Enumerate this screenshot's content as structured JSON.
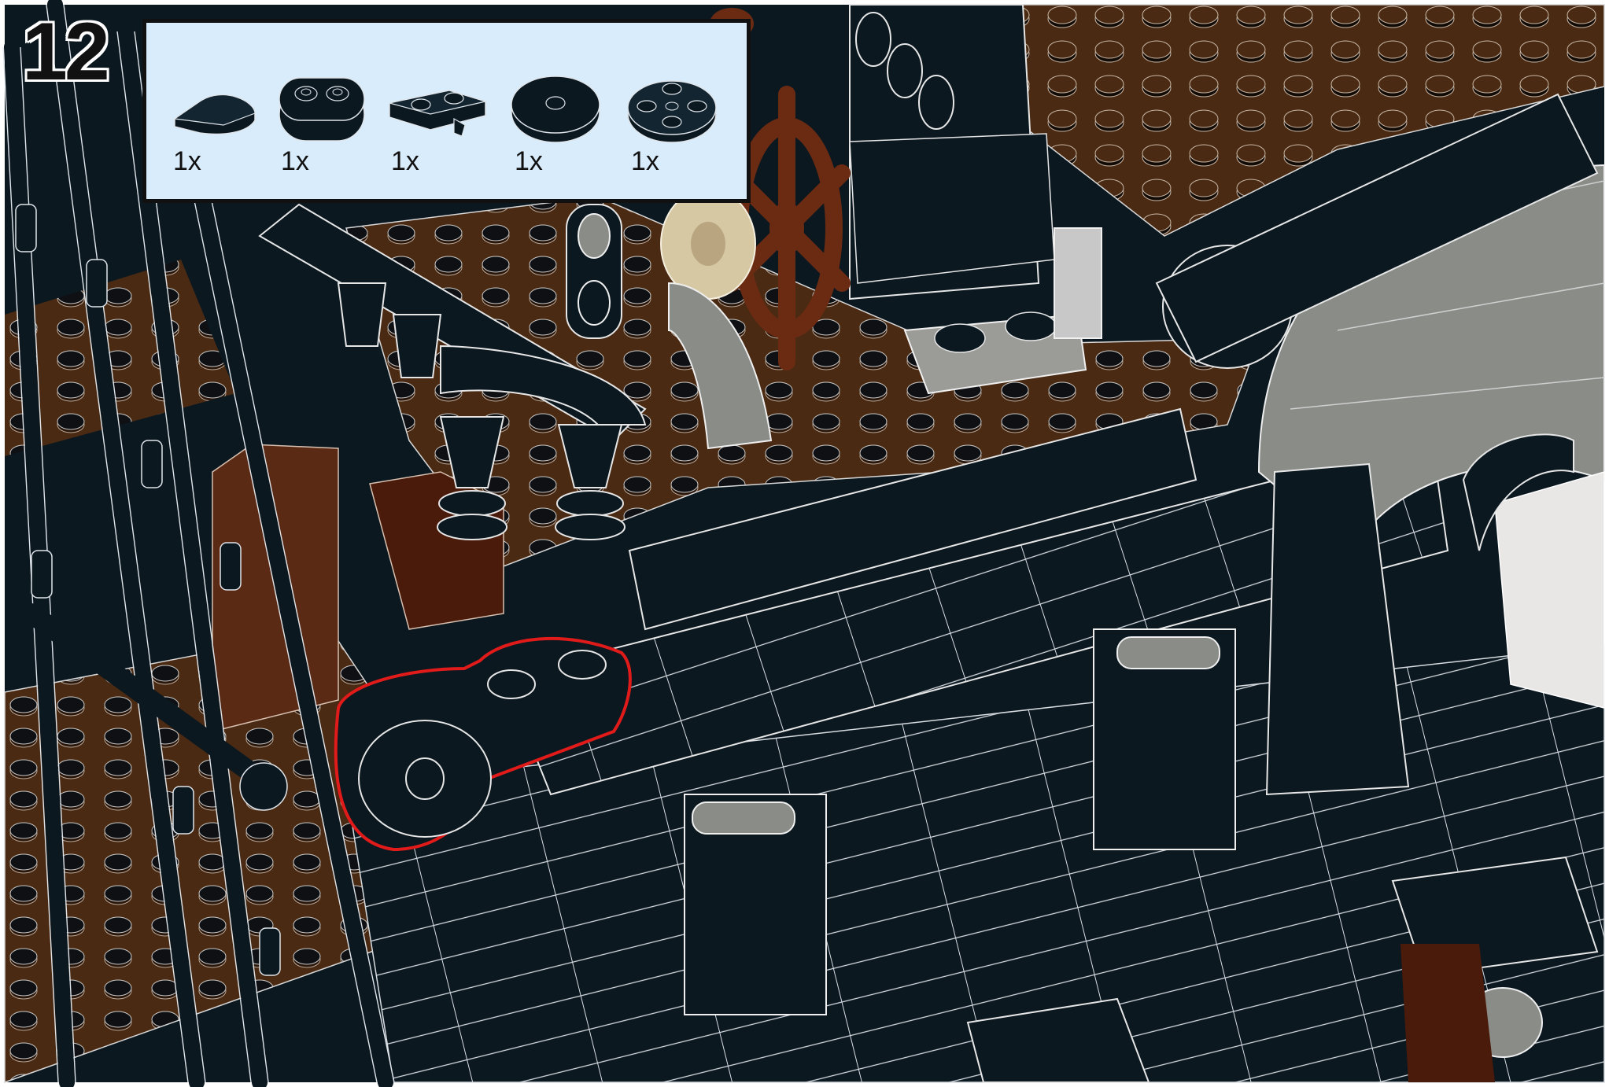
{
  "step": {
    "number": "12"
  },
  "parts_list": {
    "items": [
      {
        "shape": "round-half-plate",
        "quantity": "1x"
      },
      {
        "shape": "double-ring-plate",
        "quantity": "1x"
      },
      {
        "shape": "plate-with-clip",
        "quantity": "1x"
      },
      {
        "shape": "round-tile-with-hole",
        "quantity": "1x"
      },
      {
        "shape": "round-plate-with-studs",
        "quantity": "1x"
      }
    ]
  },
  "colors": {
    "background": "#ffffff",
    "parts_panel": "#d9ecfb",
    "black_brick": "#0b1820",
    "brown_brick": "#4a2a12",
    "reddish_brown": "#5a2a14",
    "gray_brick": "#8a8c88",
    "highlight": "#e11a1a"
  }
}
